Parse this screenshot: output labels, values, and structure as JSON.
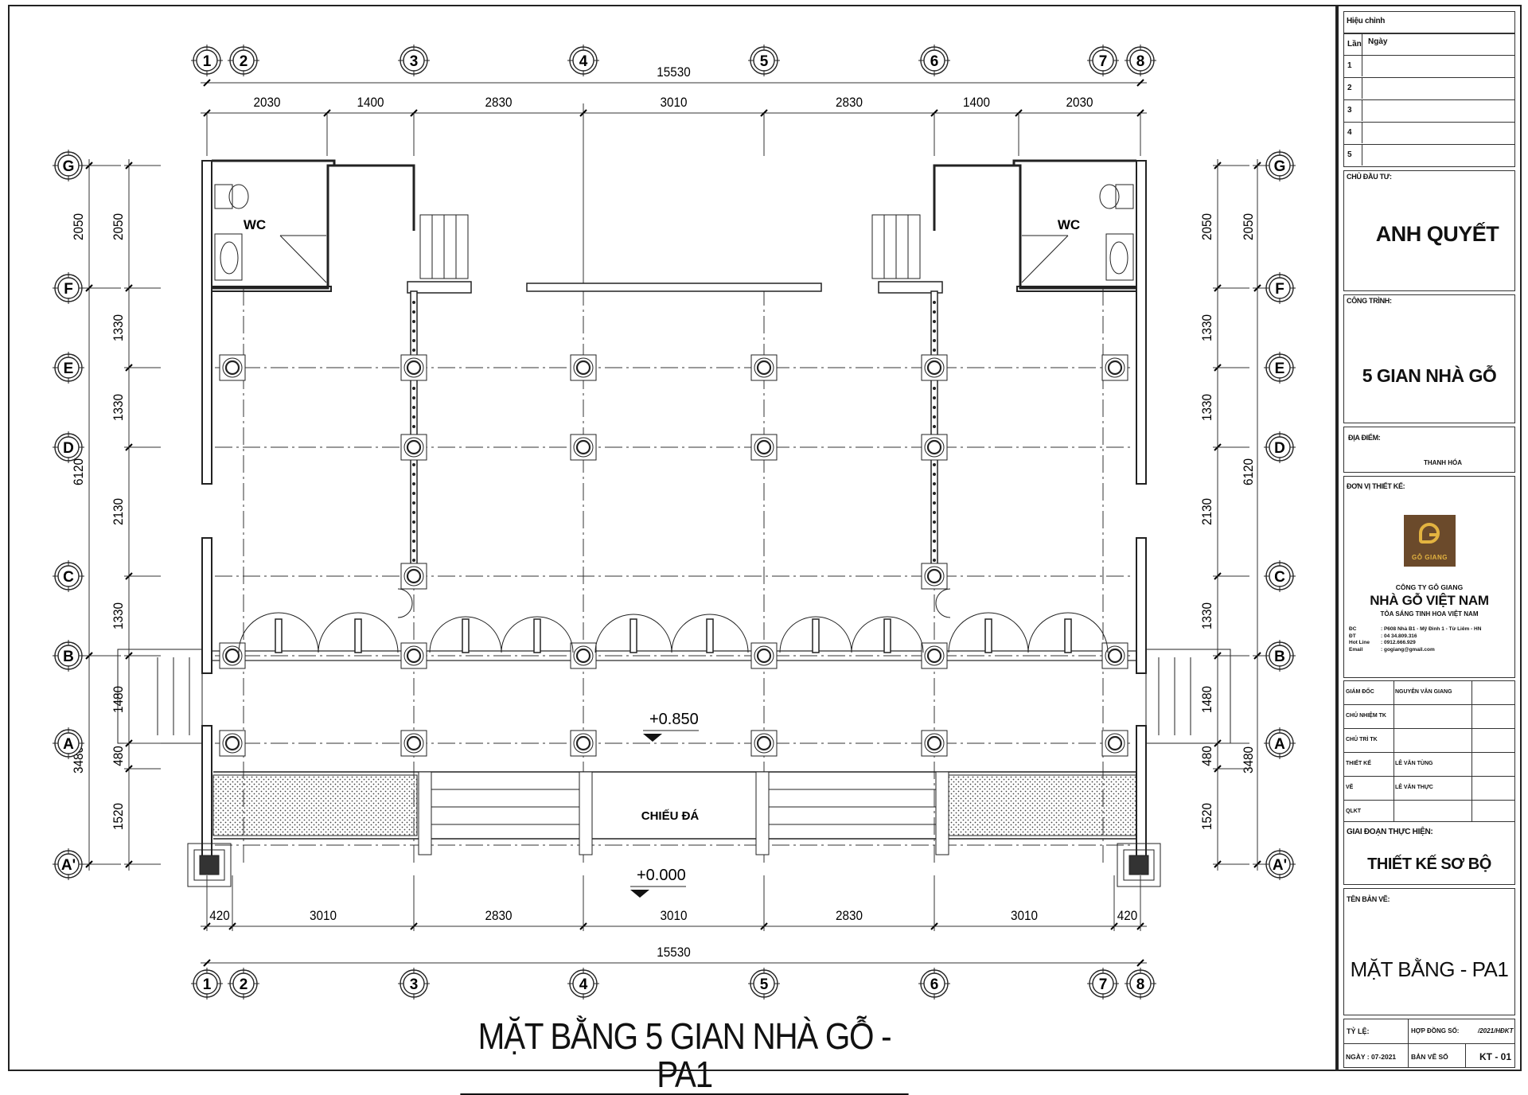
{
  "drawing": {
    "title": "MẶT BẰNG 5 GIAN NHÀ GỖ - PA1",
    "axes_x": [
      "1",
      "2",
      "3",
      "4",
      "5",
      "6",
      "7",
      "8"
    ],
    "axes_y": [
      "G",
      "F",
      "E",
      "D",
      "C",
      "B",
      "A",
      "A'"
    ],
    "top_total": "15530",
    "top_spans": [
      "2030",
      "1400",
      "2830",
      "3010",
      "2830",
      "1400",
      "2030"
    ],
    "bottom_spans": [
      "420",
      "3010",
      "2830",
      "3010",
      "2830",
      "3010",
      "420"
    ],
    "bottom_total": "15530",
    "left_outer": [
      "2050",
      "6120",
      "3480"
    ],
    "left_inner": [
      "2050",
      "1330",
      "1330",
      "2130",
      "1330",
      "1480",
      "480",
      "1520"
    ],
    "right_outer": [
      "2050",
      "6120",
      "3480"
    ],
    "right_inner": [
      "2050",
      "1330",
      "1330",
      "2130",
      "1330",
      "1480",
      "480",
      "1520"
    ],
    "room_labels": {
      "wc_left": "WC",
      "wc_right": "WC",
      "porch": "CHIẾU ĐÁ"
    },
    "levels": {
      "upper": "+0.850",
      "lower": "+0.000"
    }
  },
  "title_block": {
    "revision": {
      "header": "Hiệu chỉnh",
      "col_lan": "Lần",
      "col_ngay": "Ngày",
      "rows": [
        "1",
        "2",
        "3",
        "4",
        "5"
      ]
    },
    "owner": {
      "label": "CHỦ ĐẦU TƯ:",
      "value": "ANH QUYẾT"
    },
    "project": {
      "label": "CÔNG TRÌNH:",
      "value": "5 GIAN NHÀ GỖ"
    },
    "location": {
      "label": "ĐỊA ĐIỂM:",
      "value": "THANH HÓA"
    },
    "designer": {
      "label": "ĐƠN VỊ THIẾT KẾ:",
      "logo_text": "GỖ GIANG",
      "company": "CÔNG TY GỖ GIANG",
      "brand": "NHÀ GỖ VIỆT NAM",
      "slogan": "TỎA SÁNG TINH HOA VIỆT NAM",
      "contacts": [
        {
          "k": "ĐC",
          "v": ": P608 Nhà B1 - Mỹ Đình 1 - Từ Liêm - HN"
        },
        {
          "k": "ĐT",
          "v": ": 04 34.809.316"
        },
        {
          "k": "Hot Line",
          "v": ": 0912.666.929"
        },
        {
          "k": "Email",
          "v": ": gogiang@gmail.com"
        }
      ]
    },
    "staff": [
      {
        "role": "GIÁM ĐỐC",
        "name": "NGUYỄN VĂN GIANG"
      },
      {
        "role": "CHỦ NHIỆM TK",
        "name": ""
      },
      {
        "role": "CHỦ TRÌ TK",
        "name": ""
      },
      {
        "role": "THIẾT KẾ",
        "name": "LÊ VĂN TÙNG"
      },
      {
        "role": "VẼ",
        "name": "LÊ VĂN THỰC"
      },
      {
        "role": "QLKT",
        "name": ""
      }
    ],
    "stage": {
      "label": "GIAI ĐOẠN THỰC HIỆN:",
      "value": "THIẾT KẾ SƠ BỘ"
    },
    "sheet_name": {
      "label": "TÊN BẢN VẼ:",
      "value": "MẶT BẰNG - PA1"
    },
    "scale_label": "TỶ LỆ:",
    "contract_label": "HỢP ĐỒNG SỐ:",
    "contract_value": "/2021/HĐKT",
    "date": "NGÀY : 07-2021",
    "sheet_no_label": "BẢN VẼ SỐ",
    "sheet_no": "KT - 01"
  }
}
